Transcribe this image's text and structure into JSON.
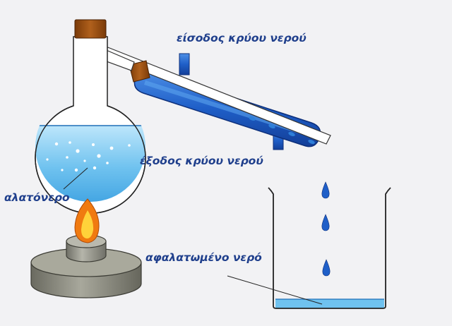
{
  "labels": {
    "cold_water_in": "είσοδος κρύου νερού",
    "cold_water_out": "έξοδος κρύου νερού",
    "salt_water": "αλατόνερο",
    "desalinated_water": "αφαλατωμένο νερό"
  },
  "colors": {
    "background": "#f2f2f4",
    "label_text": "#1f3f8c",
    "salt_water": "#7cc8f0",
    "condenser_jacket": "#1f5fc8",
    "cork": "#9a4f12",
    "flame_outer": "#f07a10",
    "flame_inner": "#ffd23a",
    "burner": "#8a8a80"
  },
  "icons": {
    "flask": "round-bottom-flask-icon",
    "condenser": "condenser-icon",
    "burner": "burner-icon",
    "flame": "flame-icon",
    "beaker": "beaker-icon",
    "drop": "water-drop-icon"
  }
}
